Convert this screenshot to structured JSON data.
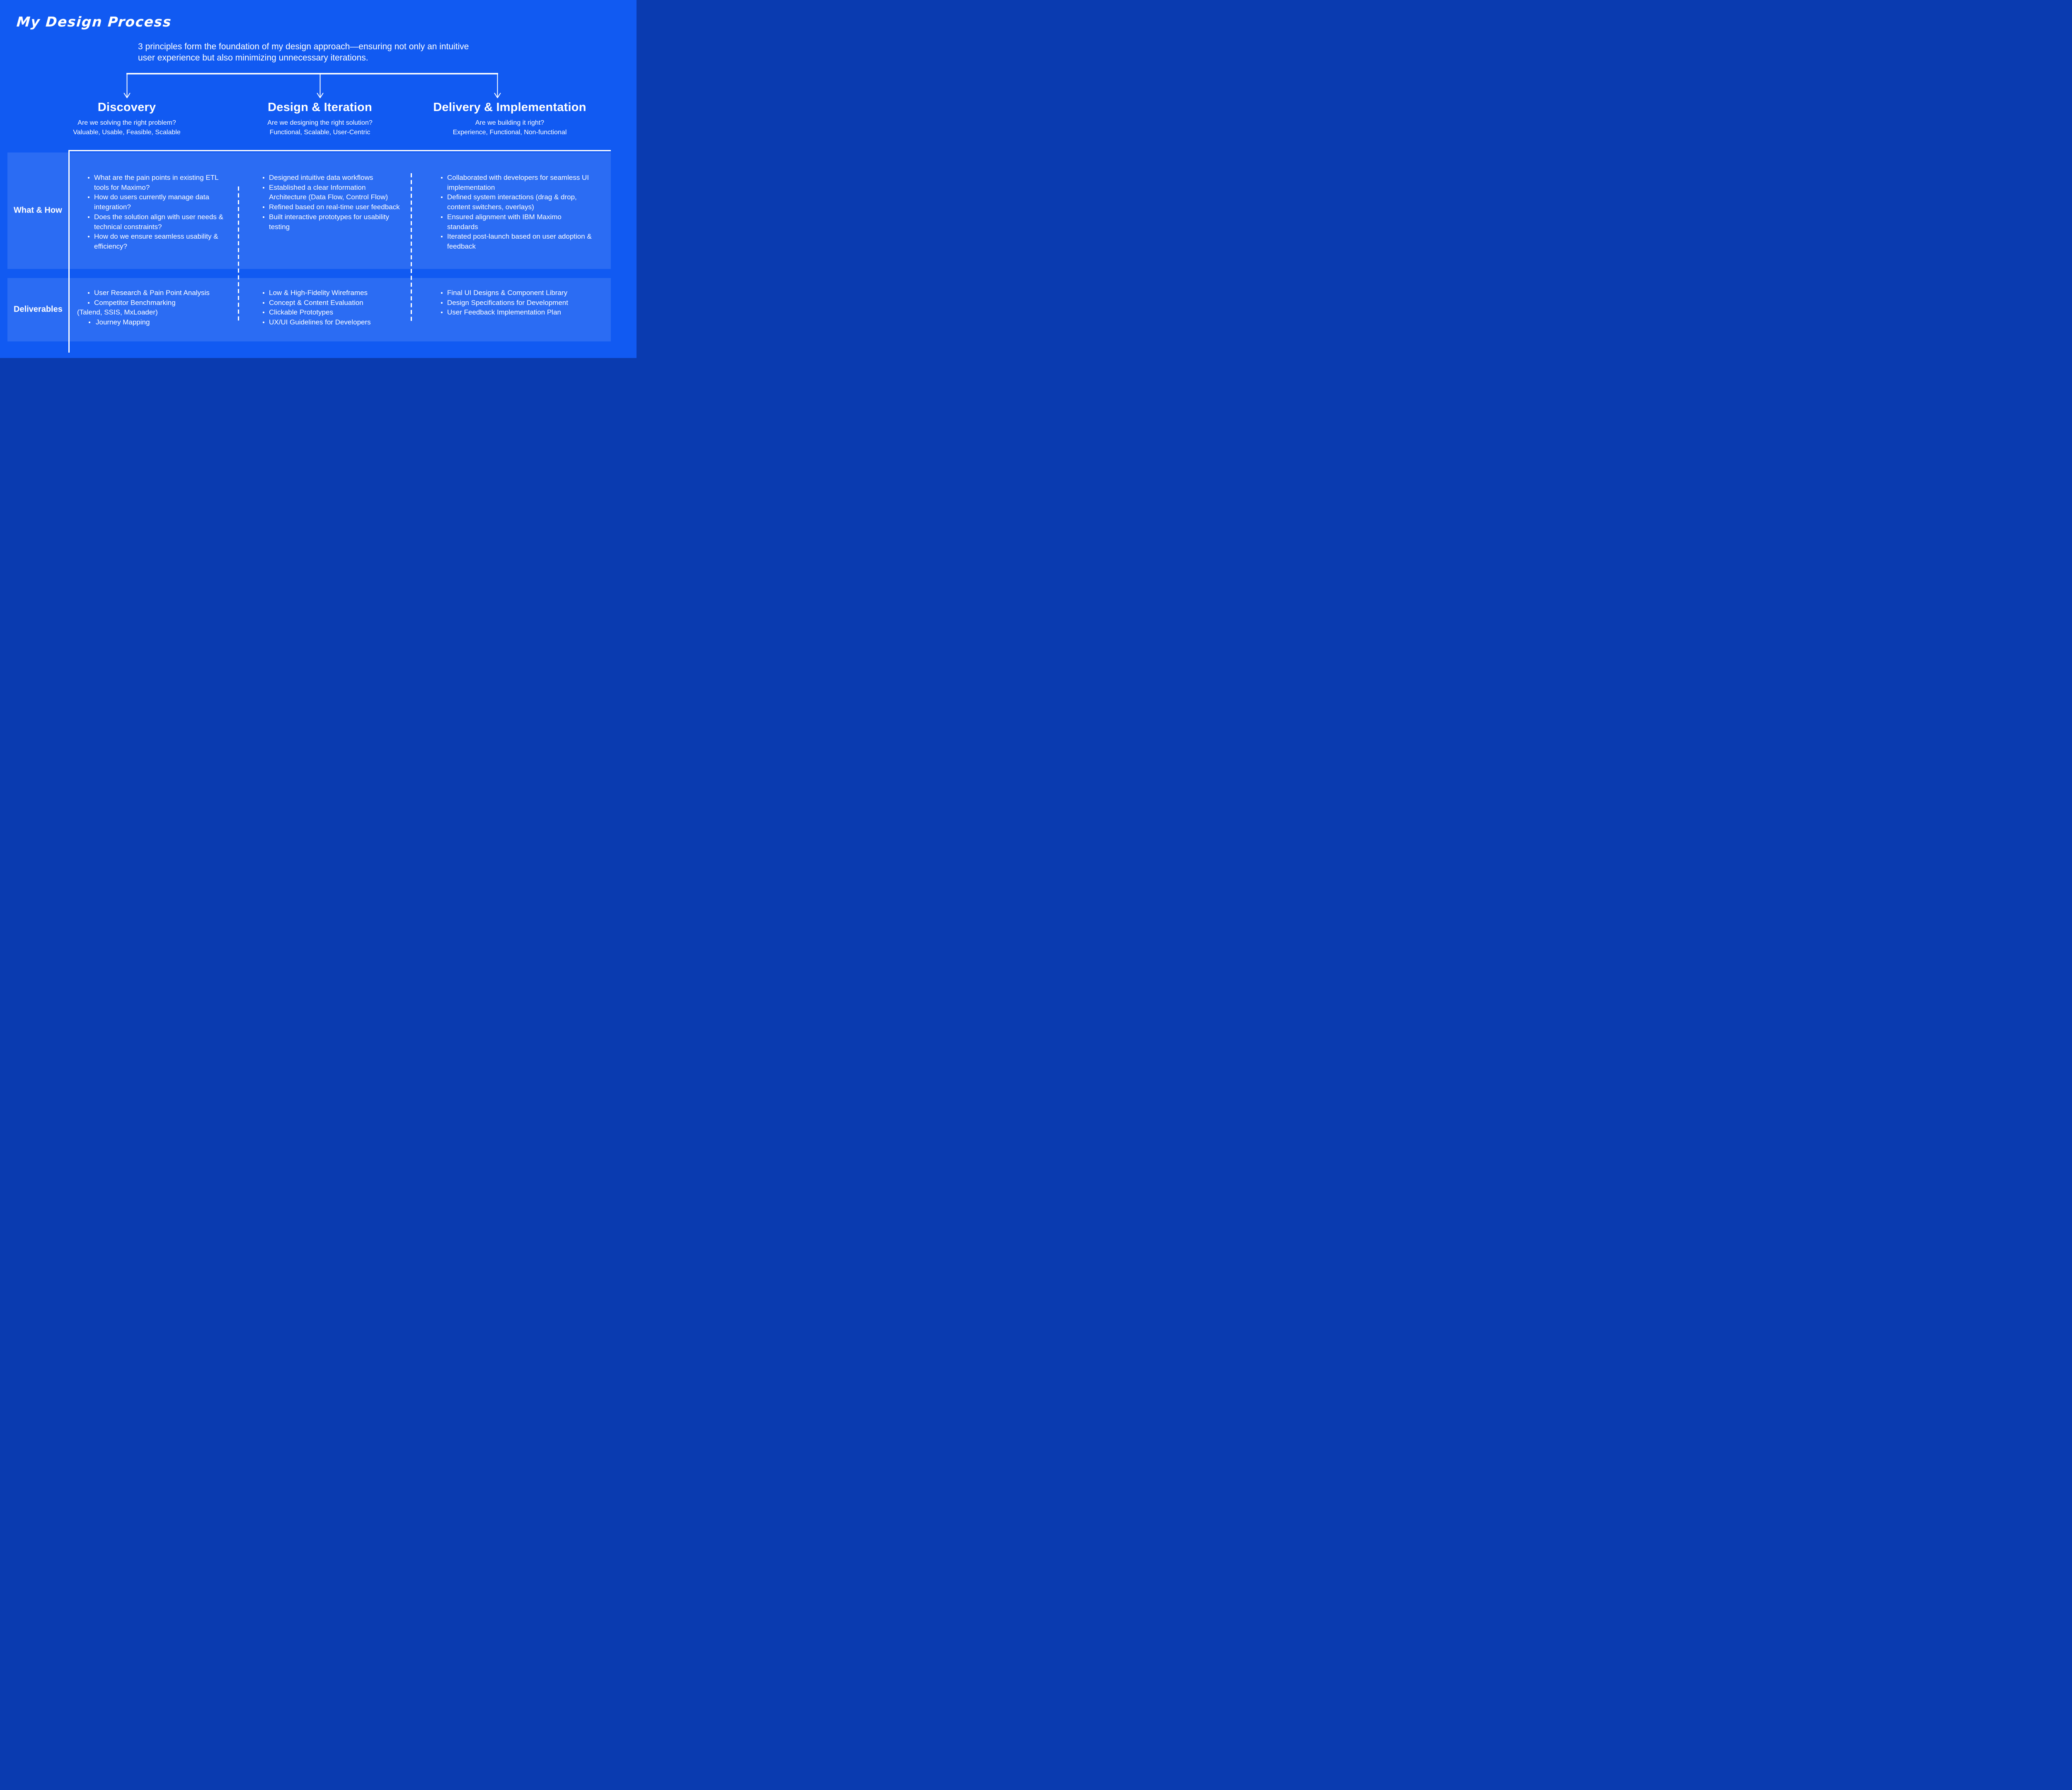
{
  "page": {
    "background_color": "#115AF2",
    "panel_color": "rgba(255,255,255,0.11)",
    "text_color": "#FFFFFF"
  },
  "title": "My Design Process",
  "intro": "3 principles form the foundation of my design approach—ensuring not only an intuitive\nuser experience but also minimizing unnecessary iterations.",
  "phases": [
    {
      "name": "Discovery",
      "question": "Are we solving the right problem?",
      "principles": "Valuable, Usable, Feasible, Scalable"
    },
    {
      "name": "Design & Iteration",
      "question": "Are we designing the right solution?",
      "principles": "Functional, Scalable, User-Centric"
    },
    {
      "name": "Delivery & Implementation",
      "question": "Are we building it right?",
      "principles": "Experience, Functional, Non-functional"
    }
  ],
  "rows": [
    {
      "label": "What & How",
      "columns": [
        {
          "items": [
            "What are the pain points in existing ETL\ntools for Maximo?",
            "How do users currently manage data\nintegration?",
            "Does the solution align with user needs &\ntechnical constraints?",
            "How do we ensure seamless usability &\nefficiency?"
          ]
        },
        {
          "items": [
            "Designed intuitive data workflows",
            "Established a clear Information\nArchitecture (Data Flow, Control Flow)",
            "Refined based on real-time user feedback",
            "Built interactive prototypes for usability\ntesting"
          ]
        },
        {
          "items": [
            "Collaborated with developers for seamless UI\nimplementation",
            "Defined system interactions (drag & drop,\ncontent switchers, overlays)",
            "Ensured alignment with IBM Maximo\nstandards",
            "Iterated post-launch based on user adoption &\nfeedback"
          ]
        }
      ]
    },
    {
      "label": "Deliverables",
      "columns": [
        {
          "items": [
            "User Research & Pain Point Analysis",
            "Competitor Benchmarking",
            "Journey Mapping"
          ],
          "note": "(Talend, SSIS, MxLoader)"
        },
        {
          "items": [
            "Low & High-Fidelity Wireframes",
            "Concept & Content Evaluation",
            "Clickable Prototypes",
            "UX/UI Guidelines for Developers"
          ]
        },
        {
          "items": [
            "Final UI Designs & Component Library",
            "Design Specifications for Development",
            "User Feedback Implementation Plan"
          ]
        }
      ]
    }
  ]
}
